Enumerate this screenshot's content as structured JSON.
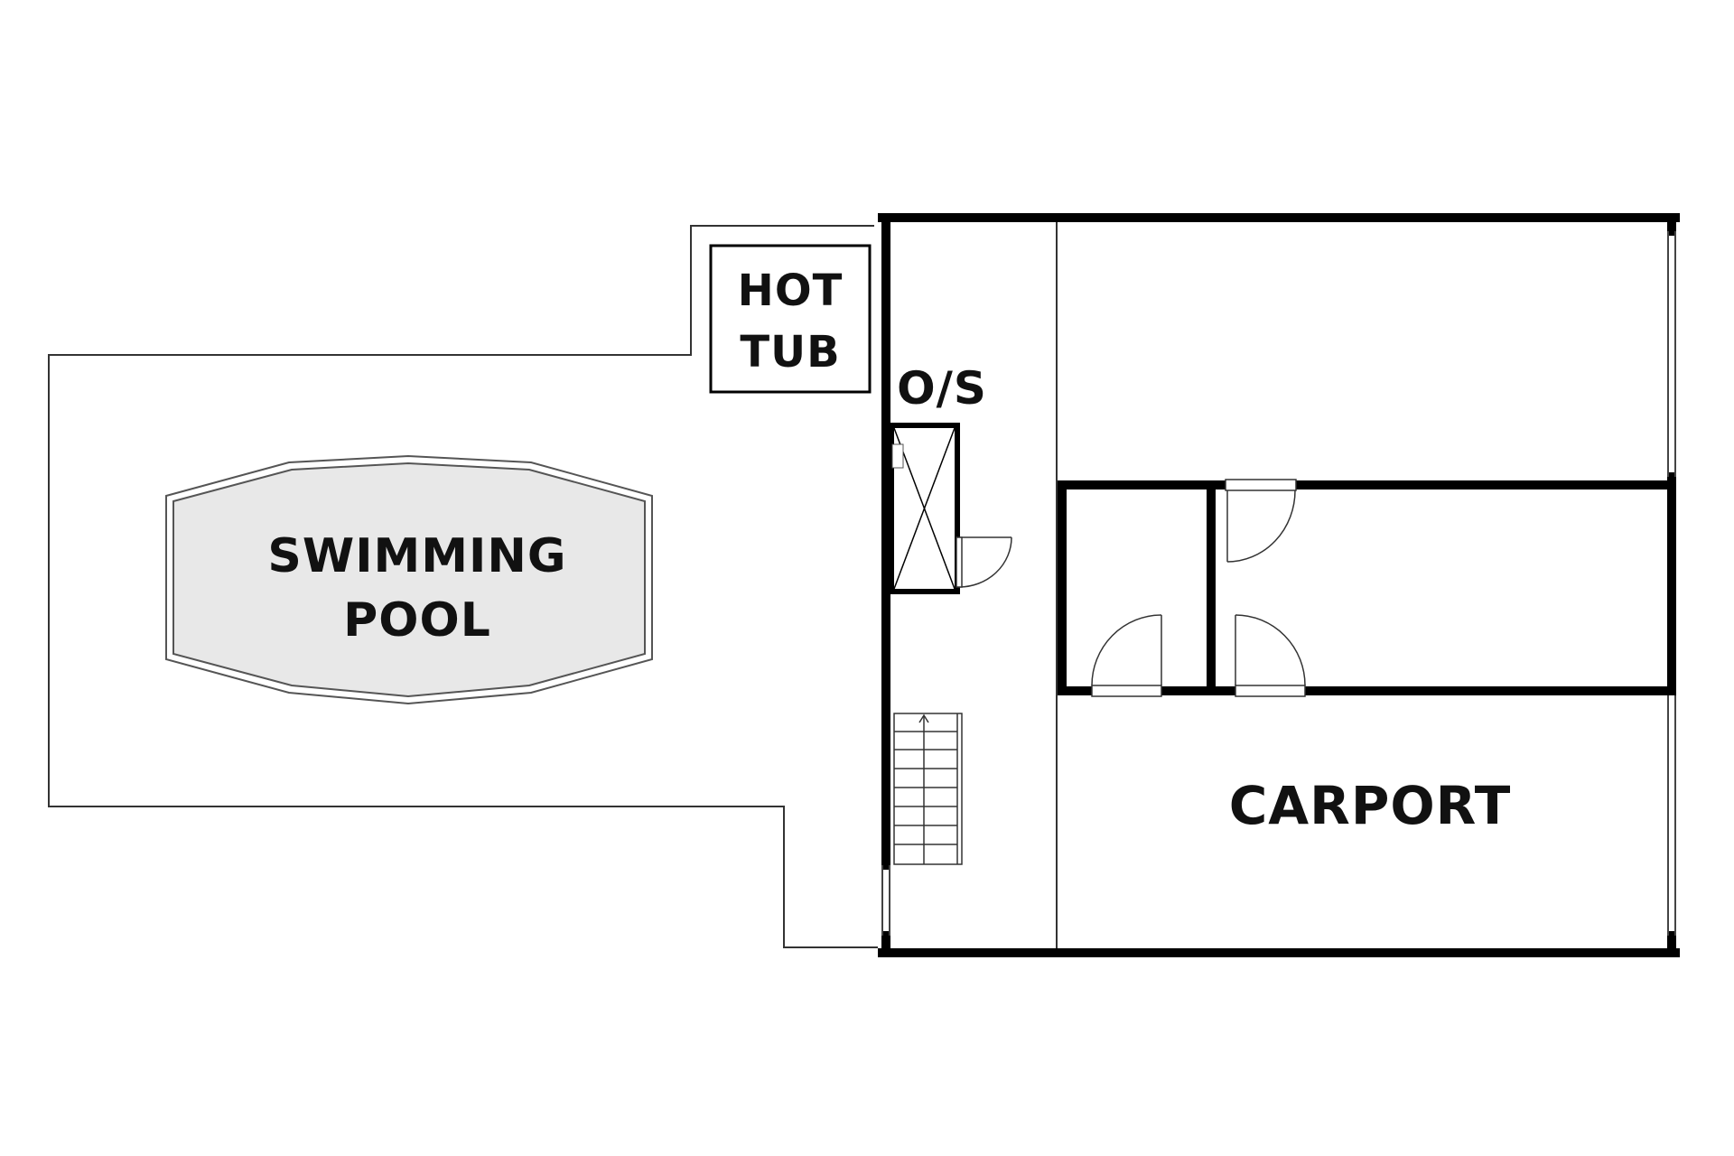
{
  "labels": {
    "hot_tub_line1": "HOT",
    "hot_tub_line2": "TUB",
    "os": "O/S",
    "pool_line1": "SWIMMING",
    "pool_line2": "POOL",
    "carport": "CARPORT"
  },
  "colors": {
    "wall": "#000000",
    "thin_line": "#333333",
    "pool_fill": "#e8e8e8",
    "background": "#ffffff"
  }
}
